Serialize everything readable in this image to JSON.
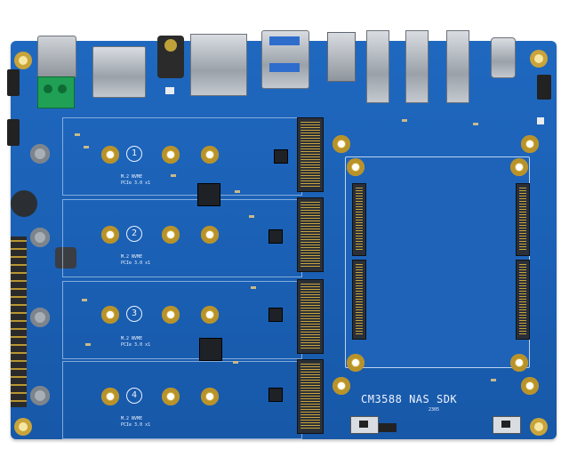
{
  "board": {
    "title_text": "CM3588 NAS SDK",
    "slot_labels": [
      "1",
      "2",
      "3",
      "4"
    ],
    "slot_caption_line1": "M.2 NVME",
    "slot_caption_line2": "PCIe 3.0 x1",
    "year_code": "2305",
    "colors": {
      "pcb": "#1f68bf",
      "gold": "#d8b544",
      "connector": "#2a2f38",
      "terminal_block": "#1fa055"
    }
  }
}
